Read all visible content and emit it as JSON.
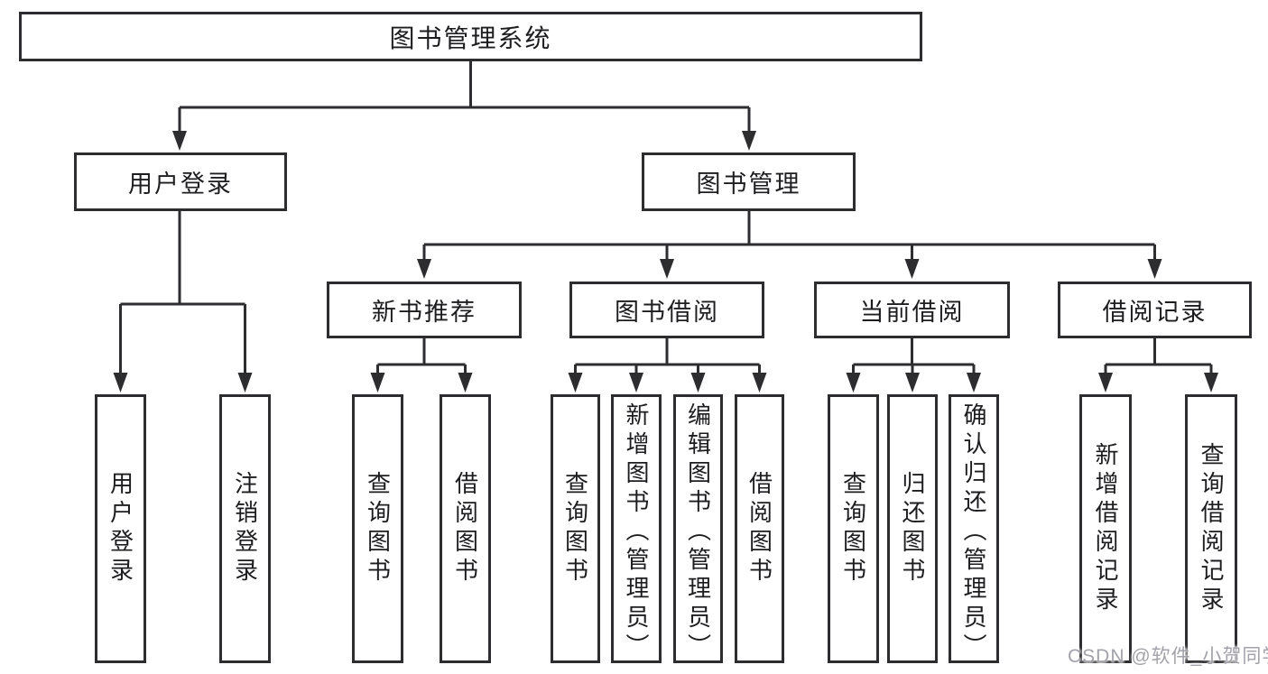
{
  "colors": {
    "line": "#2d2d30",
    "text": "#1d1d20",
    "background": "#ffffff",
    "watermark": "#a2a2aa"
  },
  "watermark": "CSDN @软件_小贺同学",
  "tree": {
    "root": "图书管理系统",
    "children": [
      {
        "label": "用户登录",
        "children": [
          "用户登录",
          "注销登录"
        ]
      },
      {
        "label": "图书管理",
        "children": [
          {
            "label": "新书推荐",
            "children": [
              "查询图书",
              "借阅图书"
            ]
          },
          {
            "label": "图书借阅",
            "children": [
              "查询图书",
              "新增图书（管理员）",
              "编辑图书（管理员）",
              "借阅图书"
            ]
          },
          {
            "label": "当前借阅",
            "children": [
              "查询图书",
              "归还图书",
              "确认归还（管理员）"
            ]
          },
          {
            "label": "借阅记录",
            "children": [
              "新增借阅记录",
              "查询借阅记录"
            ]
          }
        ]
      }
    ]
  }
}
